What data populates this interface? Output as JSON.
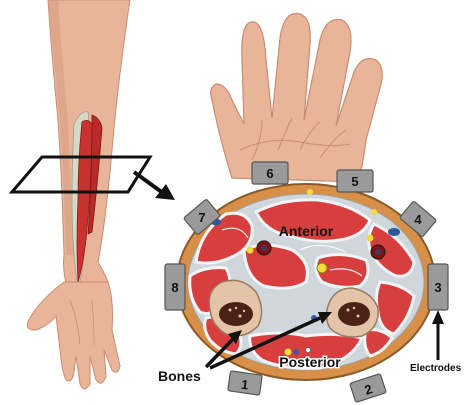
{
  "labels": {
    "anterior": "Anterior",
    "posterior": "Posterior",
    "bones": "Bones",
    "electrodes": "Electrodes"
  },
  "electrodes": [
    "1",
    "2",
    "3",
    "4",
    "5",
    "6",
    "7",
    "8"
  ],
  "colors": {
    "skin": "#e8b59a",
    "skin_shadow": "#c98d72",
    "fat_ring": "#d89048",
    "muscle": "#d93e3e",
    "fascia": "#cfd6dc",
    "bone": "#e3c4a8",
    "marrow": "#4a2216",
    "electrode": "#9a9a9a",
    "outline": "#111111"
  }
}
